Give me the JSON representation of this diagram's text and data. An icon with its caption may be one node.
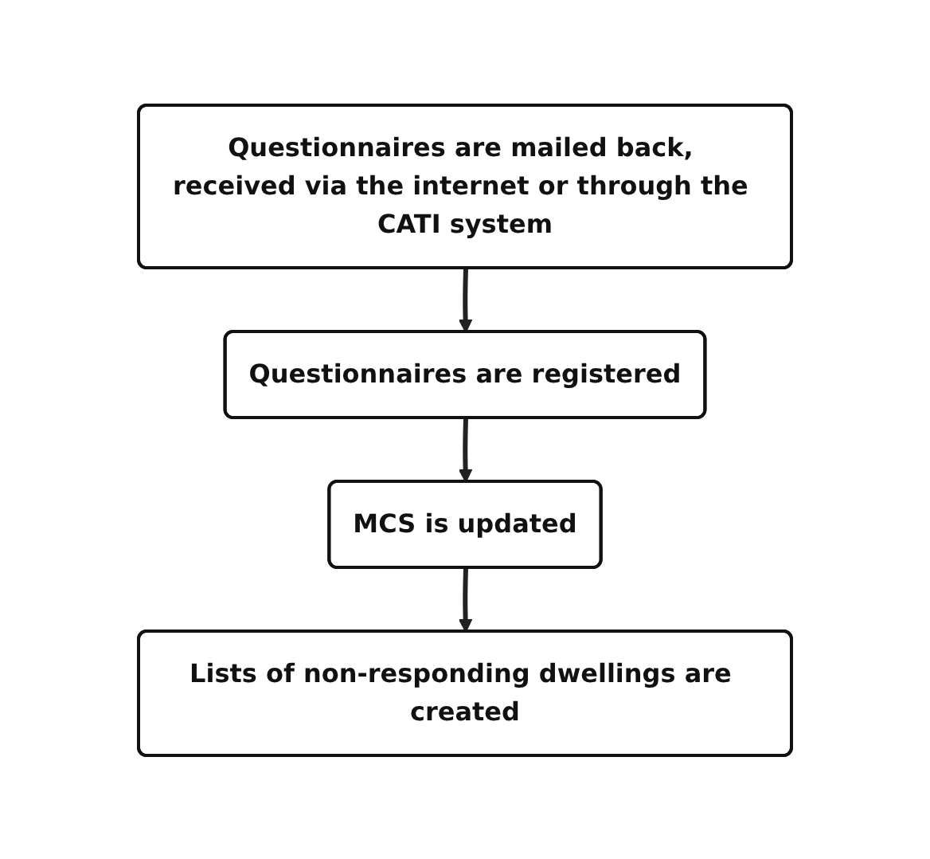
{
  "diagram": {
    "nodes": [
      {
        "text": [
          "Questionnaires are mailed back, received via the internet or through the CATI system"
        ]
      },
      {
        "text": [
          "Questionnaires are registered"
        ]
      },
      {
        "text": [
          "MCS is updated"
        ]
      },
      {
        "text": [
          "Lists of non-responding dwellings are created"
        ]
      }
    ],
    "edges": [
      {
        "from": 0,
        "to": 1,
        "arrow": "to"
      },
      {
        "from": 1,
        "to": 2,
        "arrow": "to"
      },
      {
        "from": 2,
        "to": 3,
        "arrow": "to"
      }
    ]
  }
}
